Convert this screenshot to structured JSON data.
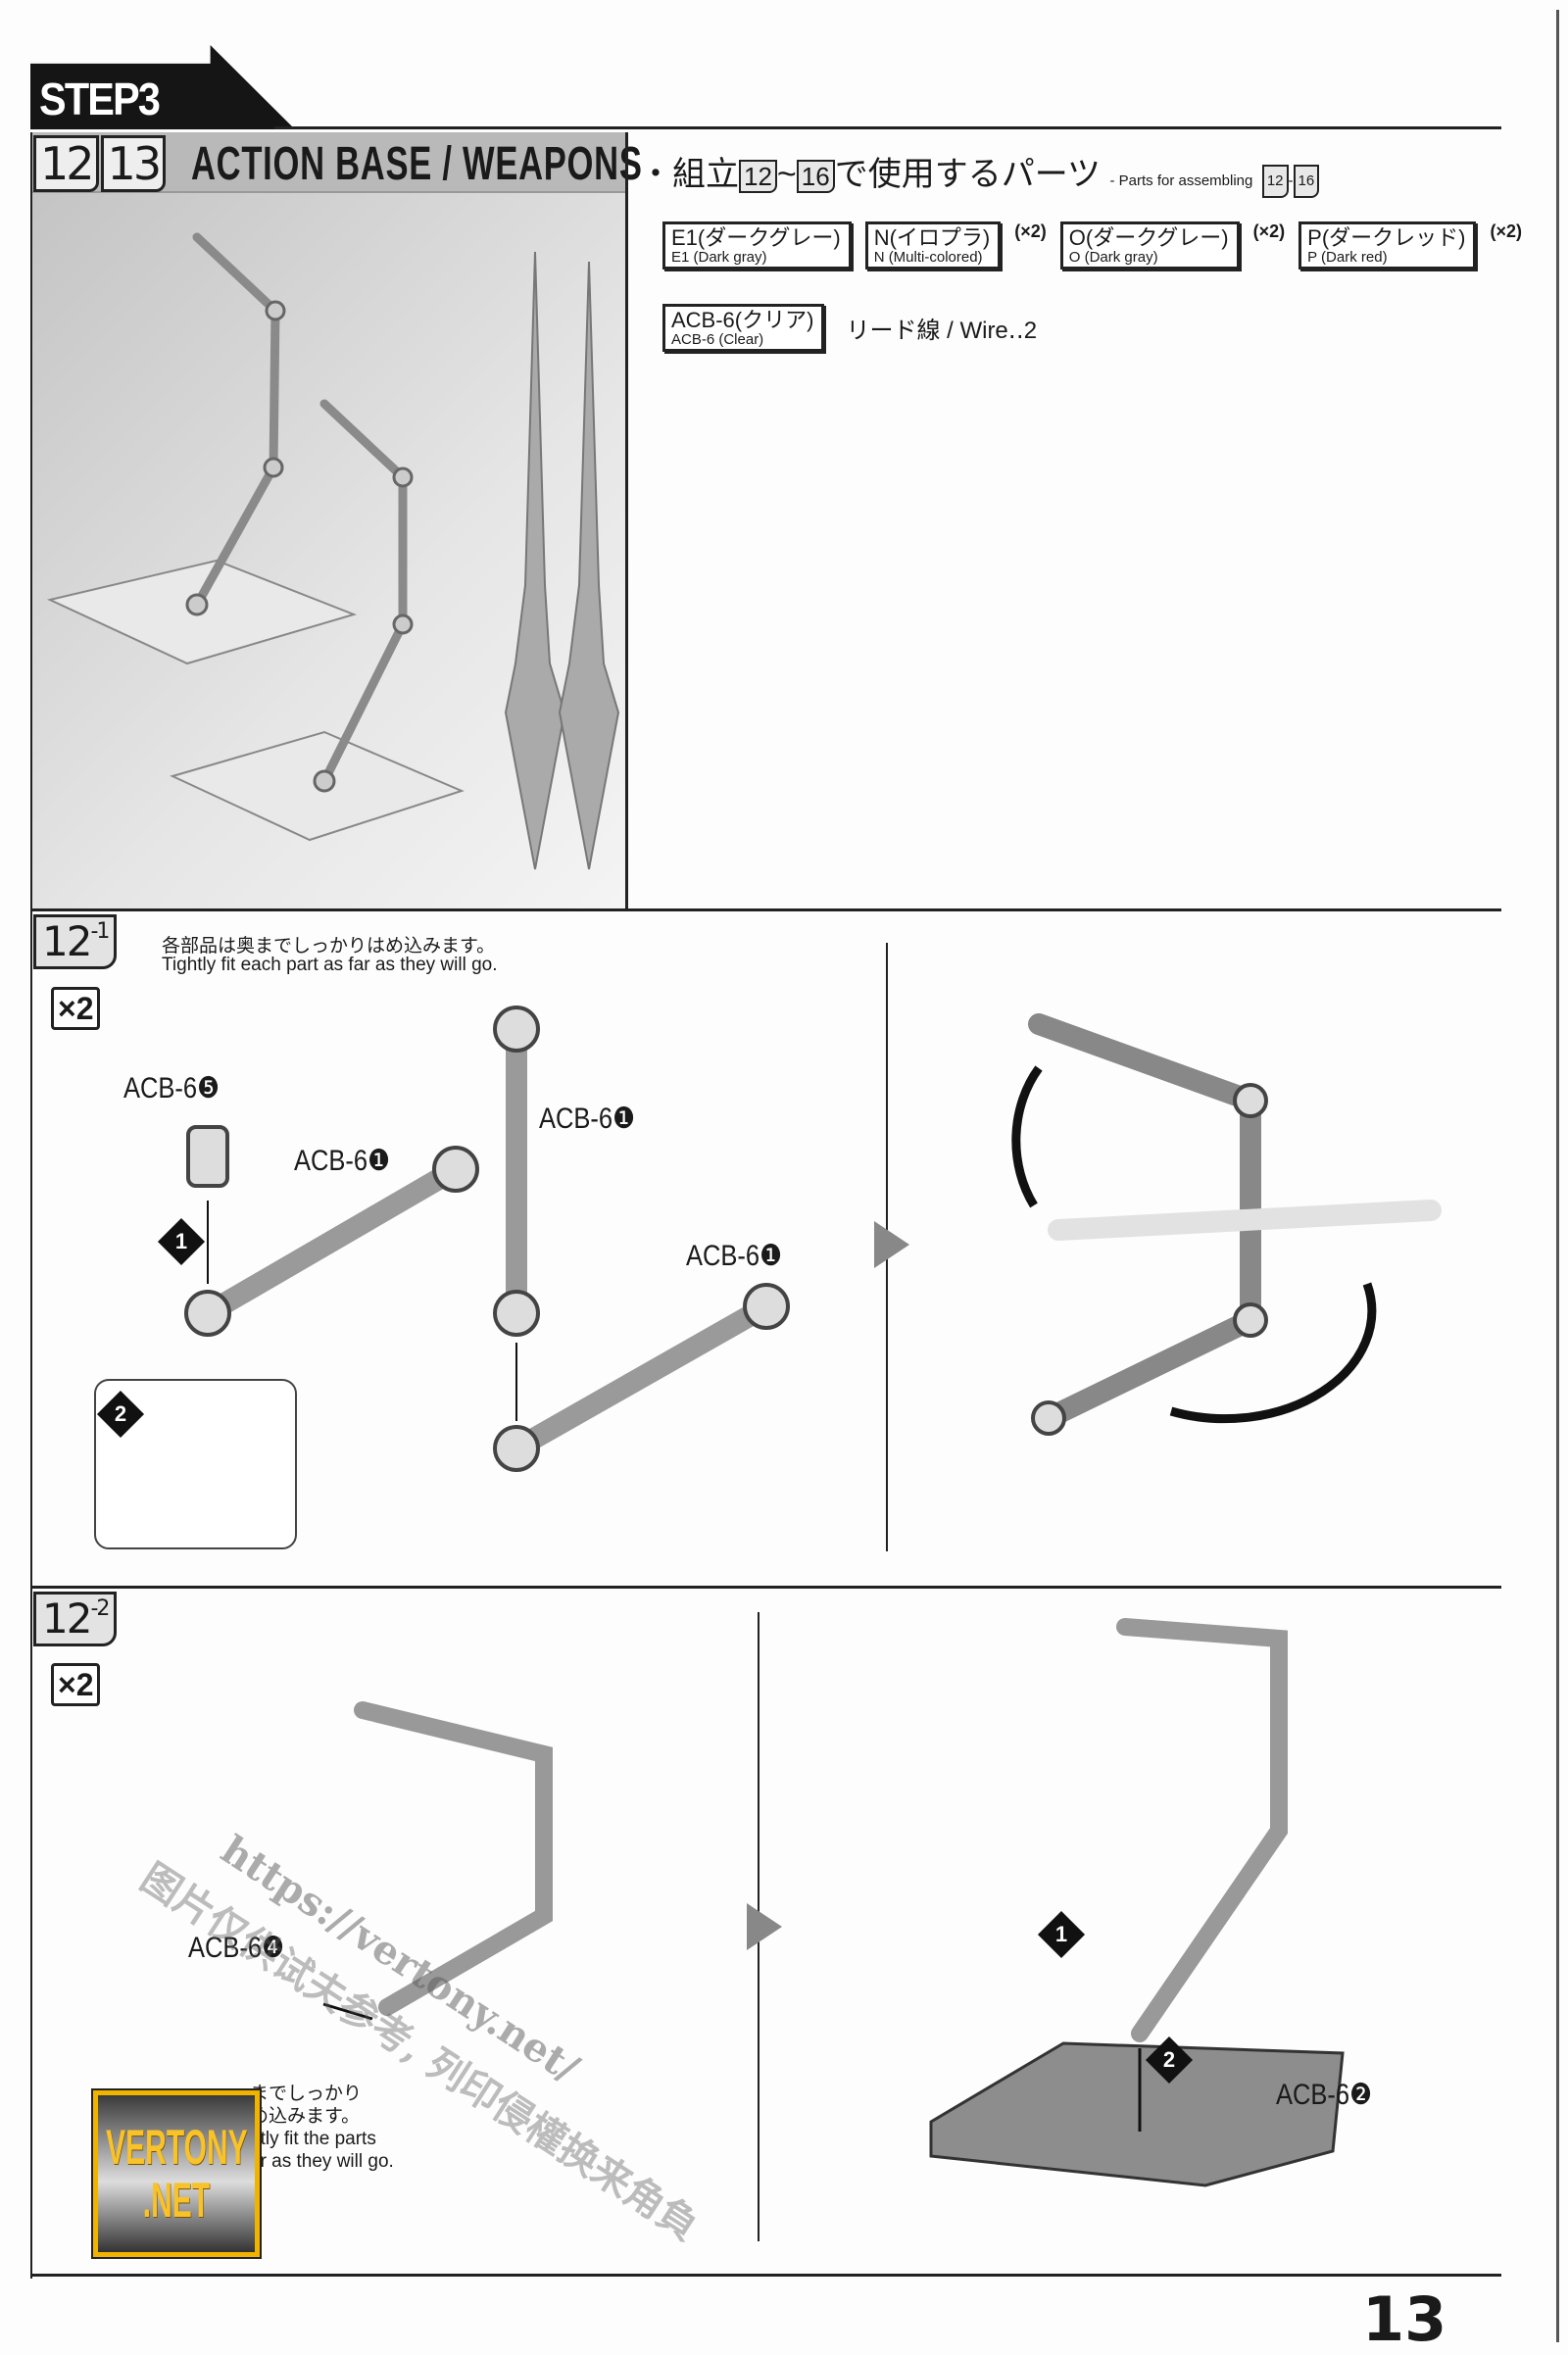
{
  "header": {
    "step_label": "STEP3",
    "step_numbers": [
      "12",
      "13"
    ],
    "title": "ACTION BASE / WEAPONS"
  },
  "parts": {
    "heading_jp_prefix": "・組立",
    "range_start": "12",
    "tilde": "~",
    "range_end": "16",
    "heading_jp_suffix": "で使用するパーツ",
    "heading_en": "- Parts for assembling",
    "en_dash": "-",
    "runners": [
      {
        "jp": "E1(ダークグレー)",
        "en": "E1 (Dark gray)",
        "mult": ""
      },
      {
        "jp": "N(イロプラ)",
        "en": "N (Multi-colored)",
        "mult": "(×2)"
      },
      {
        "jp": "O(ダークグレー)",
        "en": "O (Dark gray)",
        "mult": "(×2)"
      },
      {
        "jp": "P(ダークレッド)",
        "en": "P (Dark red)",
        "mult": "(×2)"
      },
      {
        "jp": "ACB-6(クリア)",
        "en": "ACB-6 (Clear)",
        "mult": ""
      }
    ],
    "wire": "リード線 / Wire‥2"
  },
  "step12_1": {
    "tag": "12",
    "sub": "-1",
    "note_jp": "各部品は奥までしっかりはめ込みます。",
    "note_en": "Tightly fit each part as far as they will go.",
    "qty": "×2",
    "labels": [
      "ACB-6❺",
      "ACB-6❶",
      "ACB-6❶",
      "ACB-6❶"
    ],
    "markers": [
      "1",
      "2"
    ]
  },
  "step12_2": {
    "tag": "12",
    "sub": "-2",
    "qty": "×2",
    "label_left": "ACB-6❹",
    "label_right": "ACB-6❷",
    "note_jp_1": "までしっかり",
    "note_jp_2": "め込みます。",
    "note_en_1": "ntly fit the parts",
    "note_en_2": "ar as they will go.",
    "markers": [
      "1",
      "2"
    ]
  },
  "watermark": {
    "url": "https://vertony.net/",
    "text": "图片仅供试夫参考, 列印侵權换来角負",
    "logo": [
      "VERTONY",
      ".NET"
    ]
  },
  "page_number": "13"
}
